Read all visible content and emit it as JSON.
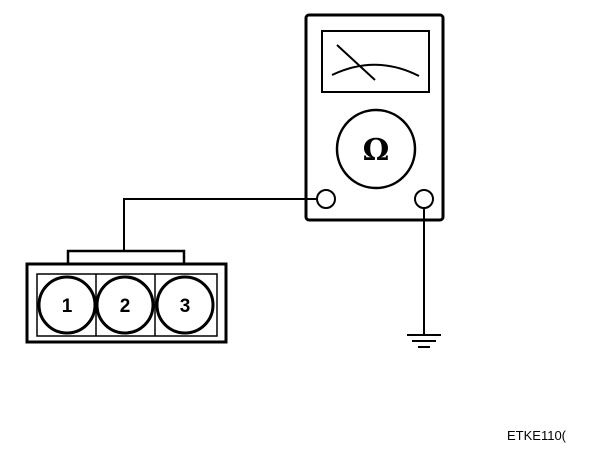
{
  "meter": {
    "symbol": "Ω"
  },
  "connector": {
    "pins": [
      {
        "label": "1"
      },
      {
        "label": "2"
      },
      {
        "label": "3"
      }
    ]
  },
  "figure_code": "ETKE110("
}
